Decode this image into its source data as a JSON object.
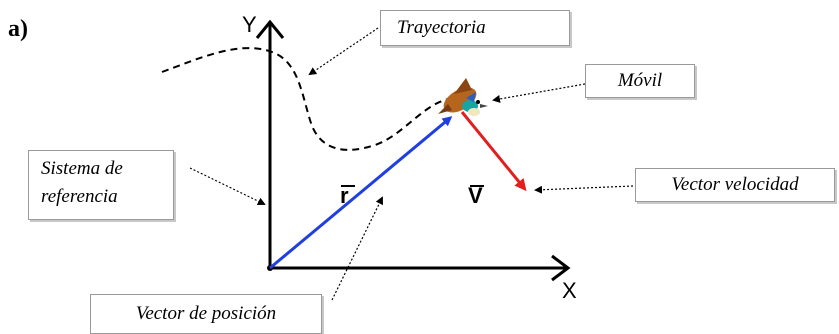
{
  "panel_label": "a)",
  "axes": {
    "y": "Y",
    "x": "X"
  },
  "vectors": {
    "r": "r",
    "v": "V"
  },
  "callouts": {
    "trayectoria": "Trayectoria",
    "movil": "Móvil",
    "velocidad": "Vector velocidad",
    "sistema_line1": "Sistema de",
    "sistema_line2": "referencia",
    "posicion": "Vector de posición"
  },
  "colors": {
    "position_vector": "#1f3fe0",
    "velocity_vector": "#e01f1f",
    "axes": "#000000",
    "trajectory": "#000000"
  }
}
